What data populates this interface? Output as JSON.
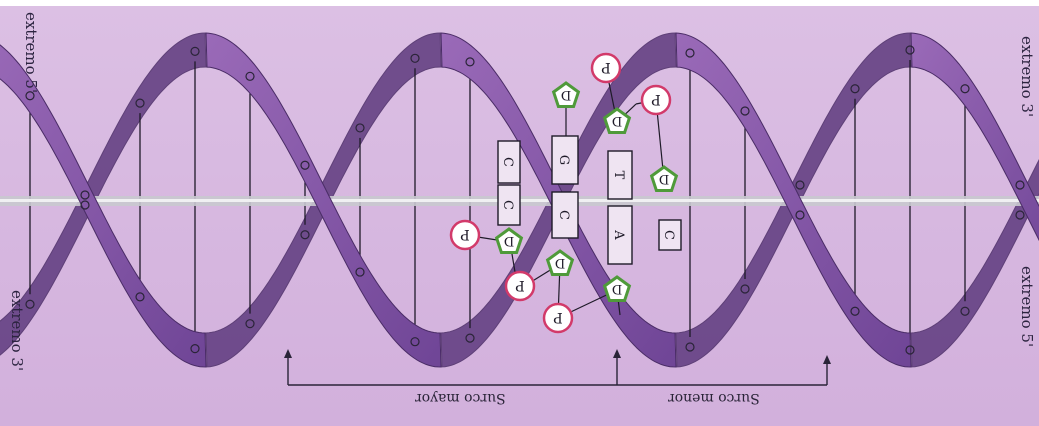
{
  "labels": {
    "top_left": "extremo 5'",
    "bottom_left": "extremo 3'",
    "top_right": "extremo 3'",
    "bottom_right": "extremo 5'",
    "major_groove": "Surco mayor",
    "minor_groove": "Surco menor"
  },
  "nucleotides": {
    "phosphate": "P",
    "sugar": "D",
    "bases": [
      "C",
      "G",
      "T",
      "A"
    ]
  },
  "colors": {
    "background": "#d9b8e0",
    "ribbon": "#8a5aa8",
    "ribbon_dark": "#5e3a7e",
    "phosphate_ring": "#d23a6a",
    "sugar_ring": "#4f9a3a"
  }
}
